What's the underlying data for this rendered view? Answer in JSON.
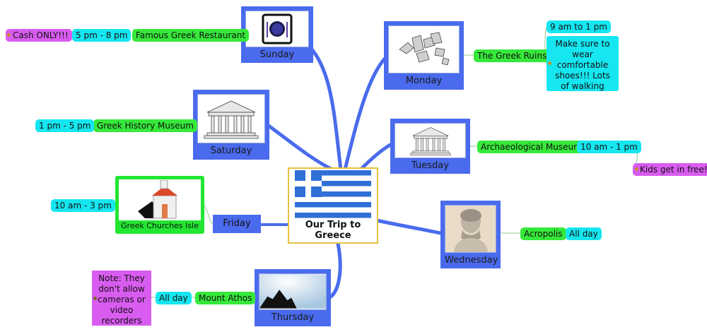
{
  "central": {
    "title": "Our Trip to Greece"
  },
  "days": {
    "sunday": {
      "label": "Sunday",
      "activity": "Famous Greek Restaurant",
      "time": "5 pm - 8 pm",
      "note": "Cash ONLY!!!"
    },
    "monday": {
      "label": "Monday",
      "activity": "The Greek Ruins",
      "time": "9 am to 1 pm",
      "note": "Make sure to wear comfortable shoes!!! Lots of walking"
    },
    "saturday": {
      "label": "Saturday",
      "activity": "Greek History Museum",
      "time": "1 pm - 5 pm"
    },
    "tuesday": {
      "label": "Tuesday",
      "activity": "Archaeological Museum",
      "time": "10 am - 1 pm",
      "note": "Kids get in free!"
    },
    "friday": {
      "label": "Friday",
      "activity": "Greek Churches Isle",
      "time": "10 am - 3 pm"
    },
    "wednesday": {
      "label": "Wednesday",
      "activity": "Acropolis",
      "time": "All day"
    },
    "thursday": {
      "label": "Thursday",
      "activity": "Mount Athos",
      "time": "All day",
      "note": "Note: They don't allow cameras or video recorders"
    }
  },
  "colors": {
    "day_box": "#4a6bed",
    "activity": "#36e83a",
    "time": "#16e6f0",
    "note_magenta": "#d95cf0",
    "connector": "#4a6bed",
    "central_border": "#e8c23c"
  },
  "icons": {
    "sunday": "plate-cutlery-icon",
    "monday": "ruins-icon",
    "saturday": "temple-icon",
    "tuesday": "temple-icon",
    "friday": "church-icon",
    "wednesday": "bust-statue-icon",
    "thursday": "mountain-icon",
    "central": "greek-flag-icon"
  }
}
